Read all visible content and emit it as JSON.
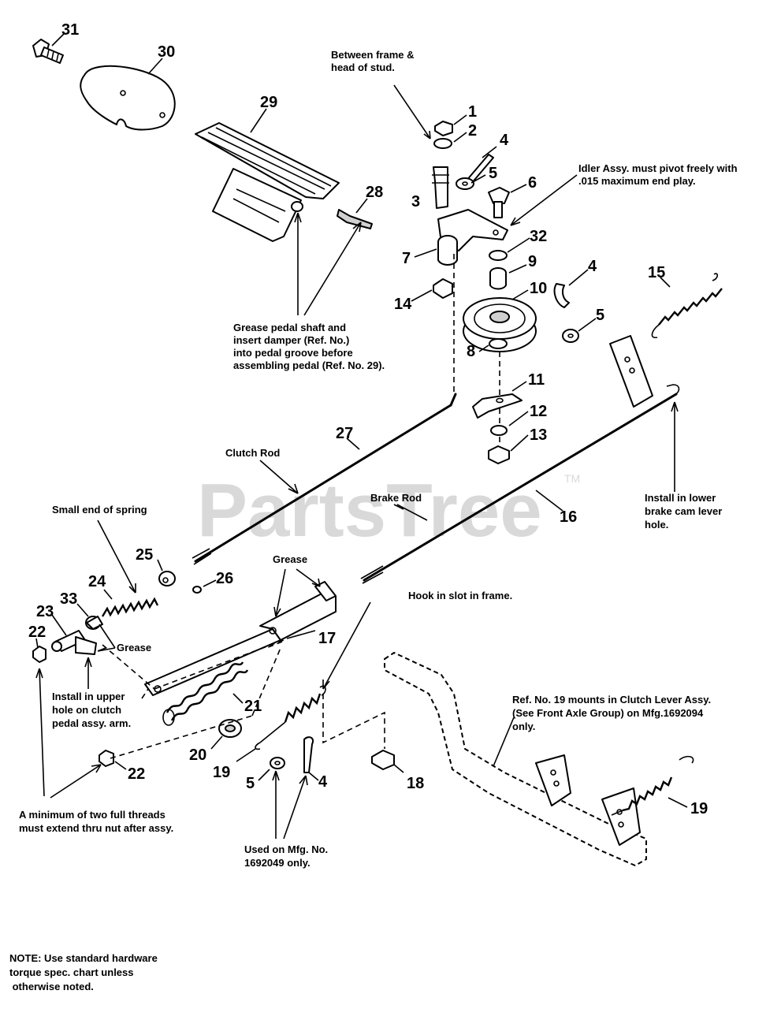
{
  "watermark": {
    "text": "PartsTree",
    "trademark": "TM"
  },
  "callouts": [
    {
      "id": "c31",
      "text": "31"
    },
    {
      "id": "c30",
      "text": "30"
    },
    {
      "id": "c29",
      "text": "29"
    },
    {
      "id": "c28",
      "text": "28"
    },
    {
      "id": "c1",
      "text": "1"
    },
    {
      "id": "c2",
      "text": "2"
    },
    {
      "id": "c4a",
      "text": "4"
    },
    {
      "id": "c3",
      "text": "3"
    },
    {
      "id": "c5a",
      "text": "5"
    },
    {
      "id": "c6",
      "text": "6"
    },
    {
      "id": "c7",
      "text": "7"
    },
    {
      "id": "c32",
      "text": "32"
    },
    {
      "id": "c9",
      "text": "9"
    },
    {
      "id": "c14",
      "text": "14"
    },
    {
      "id": "c10",
      "text": "10"
    },
    {
      "id": "c4b",
      "text": "4"
    },
    {
      "id": "c5b",
      "text": "5"
    },
    {
      "id": "c15",
      "text": "15"
    },
    {
      "id": "c8",
      "text": "8"
    },
    {
      "id": "c11",
      "text": "11"
    },
    {
      "id": "c12",
      "text": "12"
    },
    {
      "id": "c13",
      "text": "13"
    },
    {
      "id": "c27",
      "text": "27"
    },
    {
      "id": "c16",
      "text": "16"
    },
    {
      "id": "c25",
      "text": "25"
    },
    {
      "id": "c24",
      "text": "24"
    },
    {
      "id": "c26",
      "text": "26"
    },
    {
      "id": "c33",
      "text": "33"
    },
    {
      "id": "c23",
      "text": "23"
    },
    {
      "id": "c22a",
      "text": "22"
    },
    {
      "id": "c17",
      "text": "17"
    },
    {
      "id": "c21",
      "text": "21"
    },
    {
      "id": "c20",
      "text": "20"
    },
    {
      "id": "c19a",
      "text": "19"
    },
    {
      "id": "c5c",
      "text": "5"
    },
    {
      "id": "c4c",
      "text": "4"
    },
    {
      "id": "c18",
      "text": "18"
    },
    {
      "id": "c22b",
      "text": "22"
    },
    {
      "id": "c19b",
      "text": "19"
    }
  ],
  "notes": {
    "between_frame": [
      "Between frame &",
      "head of stud."
    ],
    "idler_assy": [
      "Idler Assy. must pivot freely with",
      ".015 maximum end play."
    ],
    "grease_pedal": [
      "Grease pedal shaft and",
      "insert damper (Ref. No.)",
      "into pedal groove before",
      "assembling pedal (Ref. No. 29)."
    ],
    "clutch_rod": "Clutch Rod",
    "brake_rod": "Brake Rod",
    "install_lower": [
      "Install in lower",
      "brake cam lever",
      "hole."
    ],
    "small_end": "Small end of spring",
    "grease_top": "Grease",
    "grease_side": "Grease",
    "hook_slot": "Hook in slot in frame.",
    "install_upper": [
      "Install in upper",
      "hole on clutch",
      "pedal assy. arm."
    ],
    "ref19": [
      "Ref. No. 19 mounts in Clutch Lever Assy.",
      "(See Front Axle Group) on Mfg.1692094",
      "only."
    ],
    "min_threads": [
      "A minimum of two full threads",
      "must extend thru nut after assy."
    ],
    "used_on": [
      "Used on Mfg. No.",
      "1692049 only."
    ],
    "note_bottom": [
      "NOTE: Use standard hardware",
      "torque spec. chart unless",
      " otherwise noted."
    ]
  }
}
